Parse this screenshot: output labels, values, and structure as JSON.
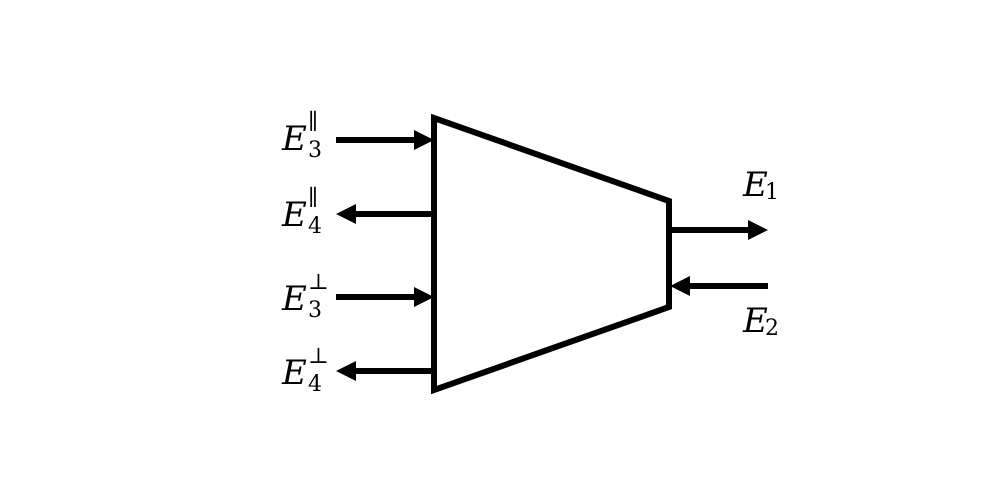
{
  "ports": {
    "e3_par": {
      "main": "E",
      "sup": "∥",
      "sub": "3"
    },
    "e4_par": {
      "main": "E",
      "sup": "∥",
      "sub": "4"
    },
    "e3_perp": {
      "main": "E",
      "sup": "⊥",
      "sub": "3"
    },
    "e4_perp": {
      "main": "E",
      "sup": "⊥",
      "sub": "4"
    },
    "e1": {
      "main": "E",
      "sub": "1"
    },
    "e2": {
      "main": "E",
      "sub": "2"
    }
  },
  "colors": {
    "stroke": "#000000",
    "background": "#ffffff"
  }
}
